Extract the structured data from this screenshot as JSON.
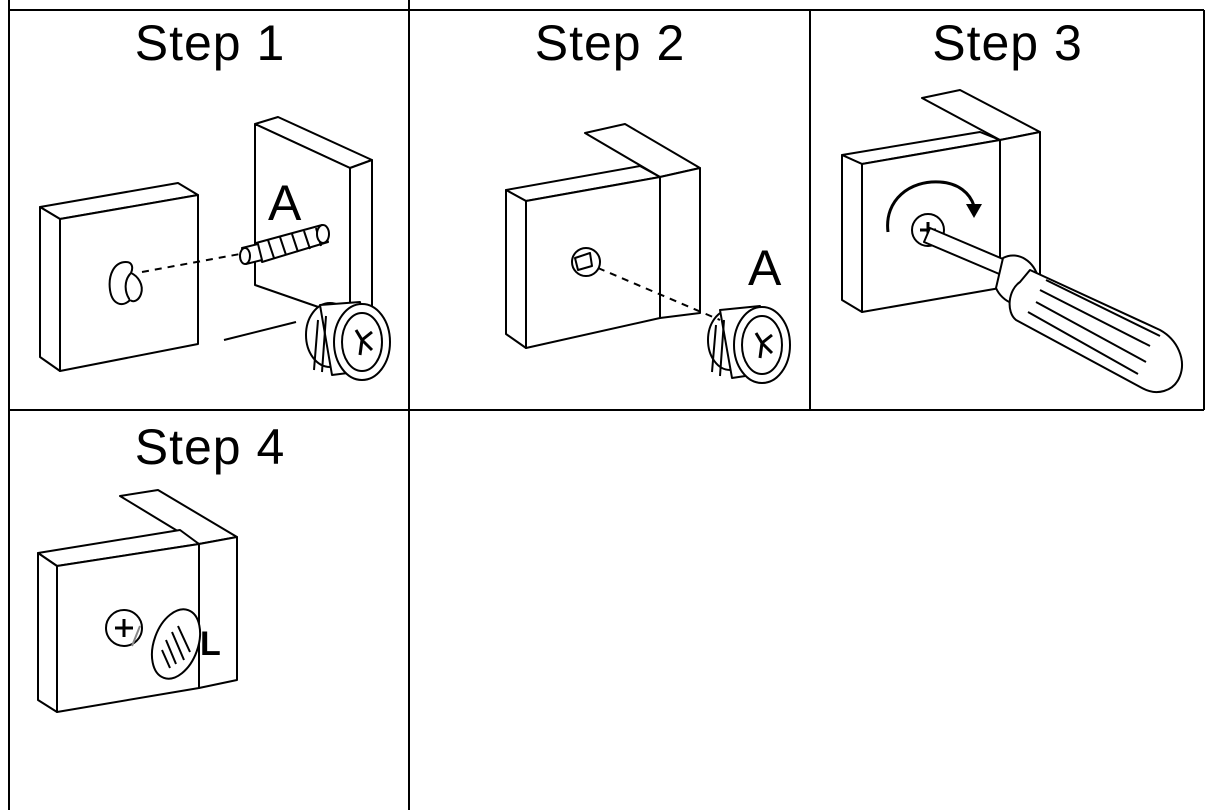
{
  "steps": [
    {
      "title": "Step  1",
      "part_label": "A"
    },
    {
      "title": "Step  2",
      "part_label": "A"
    },
    {
      "title": "Step  3"
    },
    {
      "title": "Step  4",
      "cap_label": "L"
    }
  ]
}
